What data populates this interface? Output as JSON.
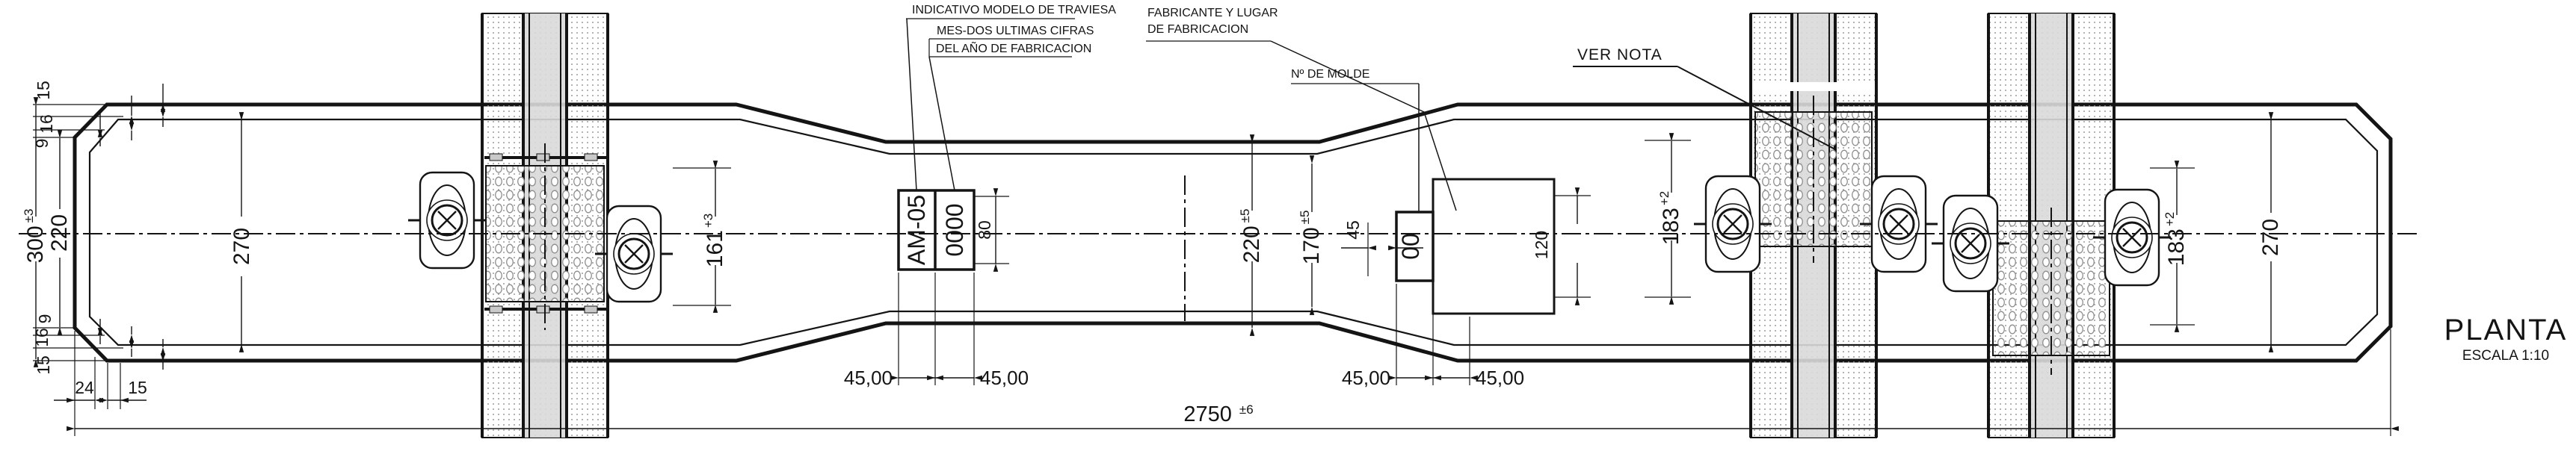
{
  "view": {
    "label": "PLANTA",
    "scale": "ESCALA 1:10"
  },
  "callouts": {
    "indicativo": "INDICATIVO MODELO DE TRAVIESA",
    "mes": "MES-DOS ULTIMAS CIFRAS",
    "ano": "DEL AÑO DE FABRICACION",
    "fab1": "FABRICANTE Y LUGAR",
    "fab2": "DE FABRICACION",
    "molde": "Nº DE MOLDE",
    "ver_nota": "VER NOTA"
  },
  "markings": {
    "model": "AM-05",
    "year_code": "0000",
    "mold_no": "00"
  },
  "dims": {
    "length": {
      "v": "2750",
      "tol": "±6"
    },
    "end_width": {
      "v": "300",
      "tol": "±3"
    },
    "end_width_inner": "220",
    "seat_width_left": "270",
    "seat_width_right": "270",
    "waist_width": {
      "v": "220",
      "tol": "±5"
    },
    "waist_width_2": {
      "v": "170",
      "tol": "±5"
    },
    "seat_left": {
      "v": "161",
      "tol": "+3"
    },
    "seat_right_1": {
      "v": "183",
      "tol": "+2"
    },
    "seat_right_2": {
      "v": "183",
      "tol": "+2"
    },
    "box_height": "80",
    "mold_plate": "120",
    "mold_offset": "45",
    "cells": [
      "45,00",
      "45,00",
      "45,00",
      "45,00"
    ],
    "cham_top": [
      "15",
      "16",
      "9"
    ],
    "cham_bottom": [
      "9",
      "16",
      "15"
    ],
    "end_offset_a": "24",
    "end_offset_b": "15"
  }
}
